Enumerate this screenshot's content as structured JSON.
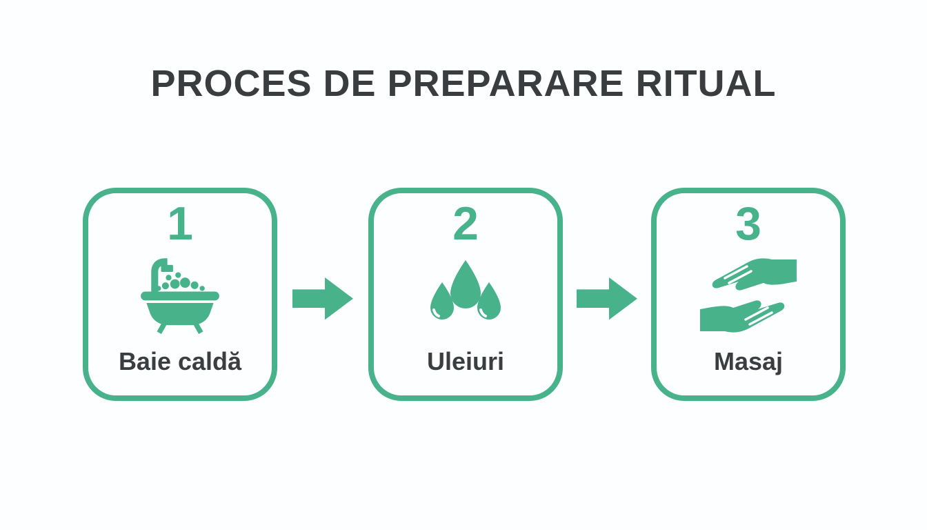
{
  "title": "PROCES DE PREPARARE RITUAL",
  "colors": {
    "accent": "#48b28a",
    "heading": "#3a3d40",
    "label": "#3b3e41",
    "background": "#fdfeff"
  },
  "steps": [
    {
      "number": "1",
      "label": "Baie caldă",
      "icon": "bathtub-icon"
    },
    {
      "number": "2",
      "label": "Uleiuri",
      "icon": "oil-drops-icon"
    },
    {
      "number": "3",
      "label": "Masaj",
      "icon": "massage-hands-icon"
    }
  ],
  "connectors": [
    {
      "icon": "arrow-right-icon",
      "direction": "right"
    },
    {
      "icon": "arrow-right-icon",
      "direction": "right"
    }
  ]
}
